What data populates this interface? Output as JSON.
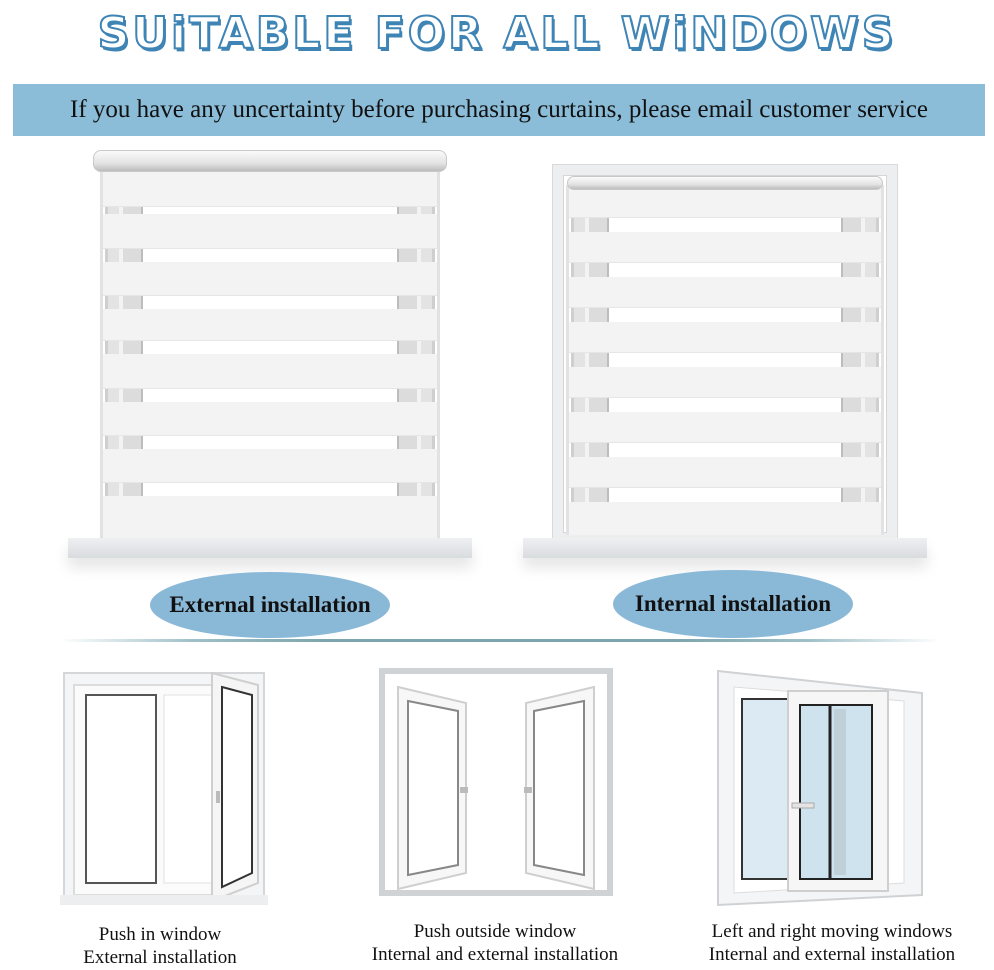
{
  "header": {
    "title": "SUiTABLE FOR ALL WiNDOWS",
    "banner_text": "If you have any uncertainty before purchasing curtains, please email customer service"
  },
  "colors": {
    "banner_bg": "#8bbcd8",
    "oval_bg": "#8ab9d8",
    "title_stroke": "#3e84b5",
    "divider": "#7ea5ad"
  },
  "installations": [
    {
      "label": "External installation"
    },
    {
      "label": "Internal installation"
    }
  ],
  "window_types": [
    {
      "name": "Push in window",
      "installation": "External installation"
    },
    {
      "name": "Push outside window",
      "installation": "Internal and external installation"
    },
    {
      "name": "Left and right moving windows",
      "installation": "Internal and external installation"
    }
  ]
}
